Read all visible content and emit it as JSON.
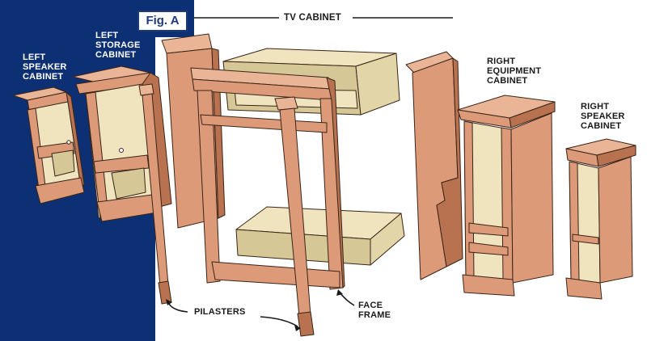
{
  "figure": {
    "badge": "Fig. A",
    "title": "TV CABINET"
  },
  "labels": {
    "left_speaker": "LEFT\nSPEAKER\nCABINET",
    "left_storage": "LEFT\nSTORAGE\nCABINET",
    "right_equipment": "RIGHT\nEQUIPMENT\nCABINET",
    "right_speaker": "RIGHT\nSPEAKER\nCABINET",
    "pilasters": "PILASTERS",
    "face_frame": "FACE\nFRAME"
  },
  "colors": {
    "panel_blue": "#0d2f73",
    "wood": "#dc9a78",
    "wood_dark": "#b8724f",
    "wood_light": "#eab596",
    "plywood": "#efe4be",
    "plywood_dark": "#d6c796",
    "outline": "#3a2418"
  }
}
